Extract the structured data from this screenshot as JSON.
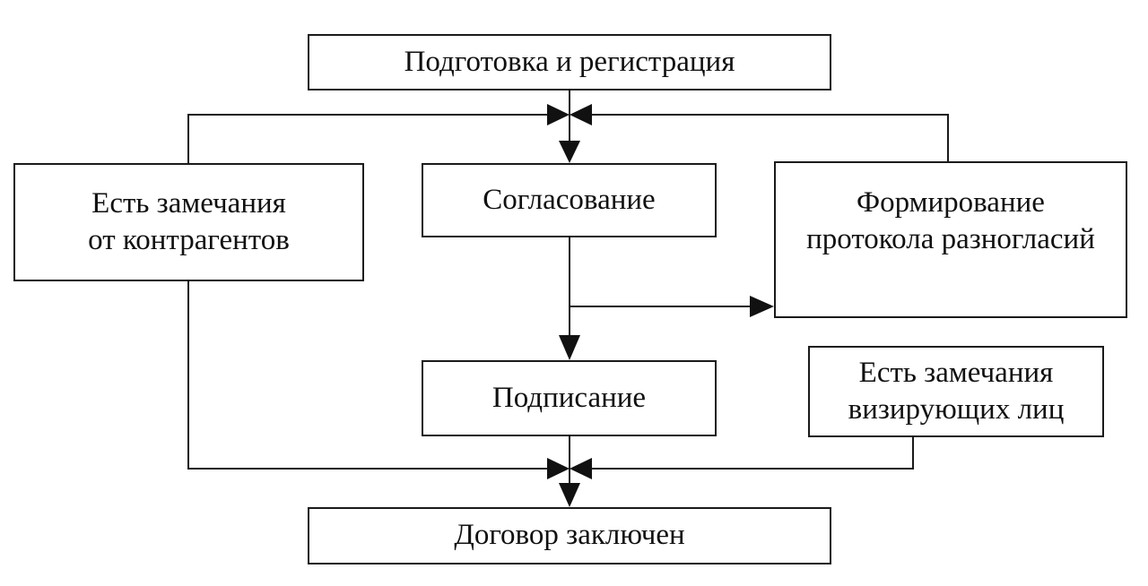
{
  "diagram": {
    "nodes": {
      "registration": "Подготовка и регистрация",
      "contractor_remarks": "Есть замечания\nот контрагентов",
      "approval": "Согласование",
      "disagreement_protocol": "Формирование\nпротокола разногласий",
      "signing": "Подписание",
      "endorser_remarks": "Есть замечания\nвизирующих лиц",
      "contract_concluded": "Договор заключен"
    },
    "edges": [
      {
        "from": "registration",
        "to": "approval"
      },
      {
        "from": "contractor_remarks",
        "to": "approval"
      },
      {
        "from": "disagreement_protocol",
        "to": "approval"
      },
      {
        "from": "approval",
        "to": "disagreement_protocol"
      },
      {
        "from": "approval",
        "to": "signing"
      },
      {
        "from": "signing",
        "to": "contract_concluded"
      },
      {
        "from": "contractor_remarks",
        "to": "contract_concluded"
      },
      {
        "from": "endorser_remarks",
        "to": "contract_concluded"
      }
    ],
    "colors": {
      "line": "#1a1a1a",
      "text": "#111111",
      "background": "#ffffff"
    }
  }
}
